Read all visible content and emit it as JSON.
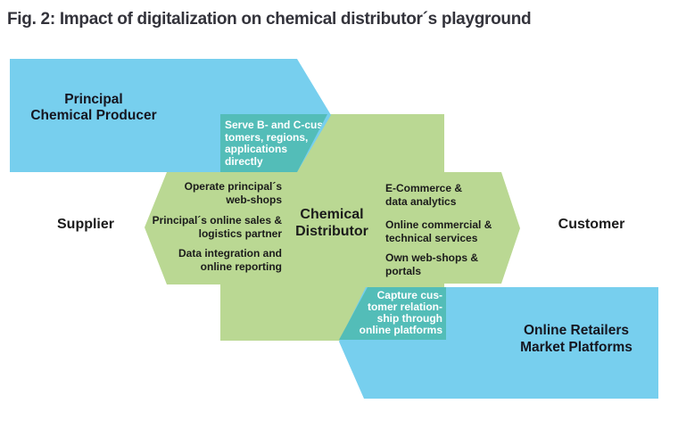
{
  "title": "Fig. 2: Impact of digitalization on chemical distributor´s playground",
  "colors": {
    "blue": "#77CFEE",
    "green": "#BAD893",
    "teal": "#53BDB8",
    "title_text": "#33333B",
    "dark_text": "#1B1B1B",
    "navy_text": "#15151F",
    "white_text": "#FFFFFF"
  },
  "nodes": {
    "producer": {
      "line1": "Principal",
      "line2": "Chemical Producer"
    },
    "supplier": "Supplier",
    "customer": "Customer",
    "distributor": {
      "line1": "Chemical",
      "line2": "Distributor"
    },
    "retailers": {
      "line1": "Online Retailers",
      "line2": "Market Platforms"
    }
  },
  "distributor_left_items": [
    {
      "line1": "Operate principal´s",
      "line2": "web-shops"
    },
    {
      "line1": "Principal´s online sales &",
      "line2": "logistics partner"
    },
    {
      "line1": "Data integration and",
      "line2": "online reporting"
    }
  ],
  "distributor_right_items": [
    {
      "line1": "E-Commerce &",
      "line2": "data analytics"
    },
    {
      "line1": "Online commercial &",
      "line2": "technical services"
    },
    {
      "line1": "Own web-shops &",
      "line2": "portals"
    }
  ],
  "notes": {
    "serve": {
      "lines": [
        "Serve B- and C-cus-",
        "tomers, regions,",
        "applications",
        "directly"
      ]
    },
    "capture": {
      "lines": [
        "Capture cus-",
        "tomer relation-",
        "ship through",
        "online platforms"
      ]
    }
  }
}
